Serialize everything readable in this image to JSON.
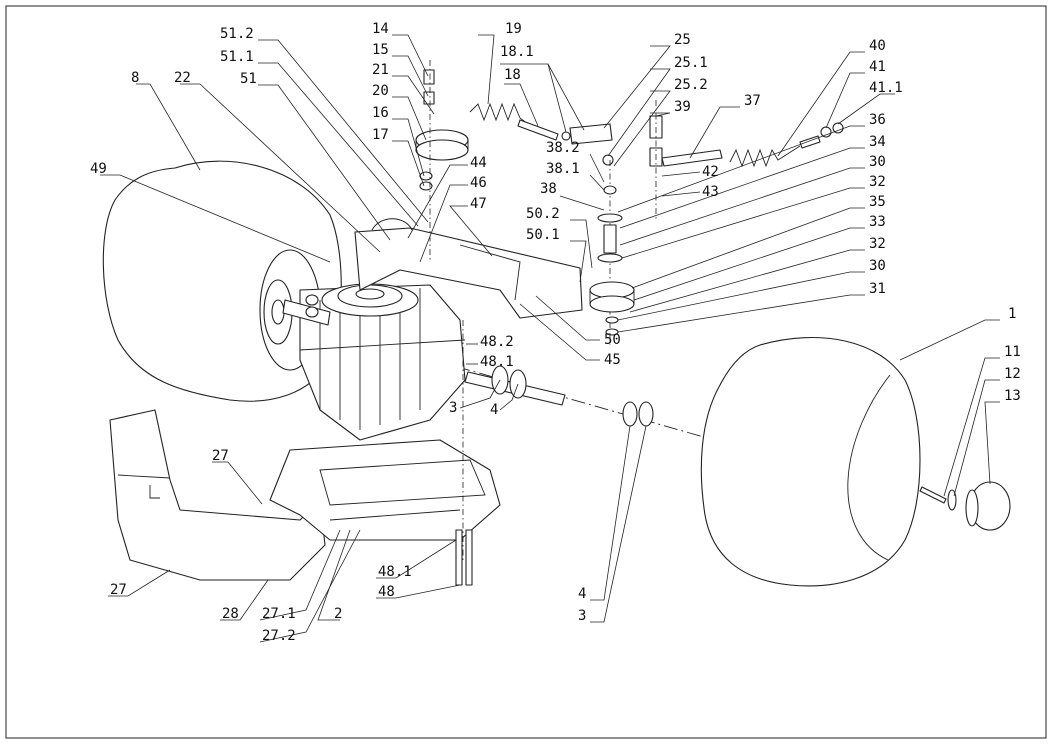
{
  "callouts": [
    {
      "id": "c-14",
      "text": "14"
    },
    {
      "id": "c-15",
      "text": "15"
    },
    {
      "id": "c-21",
      "text": "21"
    },
    {
      "id": "c-20",
      "text": "20"
    },
    {
      "id": "c-16",
      "text": "16"
    },
    {
      "id": "c-17",
      "text": "17"
    },
    {
      "id": "c-19",
      "text": "19"
    },
    {
      "id": "c-18-1",
      "text": "18.1"
    },
    {
      "id": "c-18",
      "text": "18"
    },
    {
      "id": "c-25",
      "text": "25"
    },
    {
      "id": "c-25-1",
      "text": "25.1"
    },
    {
      "id": "c-25-2",
      "text": "25.2"
    },
    {
      "id": "c-39",
      "text": "39"
    },
    {
      "id": "c-37",
      "text": "37"
    },
    {
      "id": "c-40",
      "text": "40"
    },
    {
      "id": "c-41",
      "text": "41"
    },
    {
      "id": "c-41-1",
      "text": "41.1"
    },
    {
      "id": "c-36",
      "text": "36"
    },
    {
      "id": "c-34",
      "text": "34"
    },
    {
      "id": "c-30-top",
      "text": "30"
    },
    {
      "id": "c-32-top",
      "text": "32"
    },
    {
      "id": "c-35",
      "text": "35"
    },
    {
      "id": "c-33",
      "text": "33"
    },
    {
      "id": "c-32-bottom",
      "text": "32"
    },
    {
      "id": "c-30-bottom",
      "text": "30"
    },
    {
      "id": "c-31",
      "text": "31"
    },
    {
      "id": "c-38-2",
      "text": "38.2"
    },
    {
      "id": "c-38-1",
      "text": "38.1"
    },
    {
      "id": "c-38",
      "text": "38"
    },
    {
      "id": "c-42",
      "text": "42"
    },
    {
      "id": "c-43",
      "text": "43"
    },
    {
      "id": "c-50-2",
      "text": "50.2"
    },
    {
      "id": "c-50-1",
      "text": "50.1"
    },
    {
      "id": "c-50",
      "text": "50"
    },
    {
      "id": "c-45",
      "text": "45"
    },
    {
      "id": "c-51-2",
      "text": "51.2"
    },
    {
      "id": "c-51-1",
      "text": "51.1"
    },
    {
      "id": "c-51",
      "text": "51"
    },
    {
      "id": "c-22",
      "text": "22"
    },
    {
      "id": "c-8",
      "text": "8"
    },
    {
      "id": "c-49",
      "text": "49"
    },
    {
      "id": "c-44",
      "text": "44"
    },
    {
      "id": "c-46",
      "text": "46"
    },
    {
      "id": "c-47",
      "text": "47"
    },
    {
      "id": "c-48-2",
      "text": "48.2"
    },
    {
      "id": "c-48-1-top",
      "text": "48.1"
    },
    {
      "id": "c-3-left",
      "text": "3"
    },
    {
      "id": "c-4-left",
      "text": "4"
    },
    {
      "id": "c-1",
      "text": "1"
    },
    {
      "id": "c-11",
      "text": "11"
    },
    {
      "id": "c-12",
      "text": "12"
    },
    {
      "id": "c-13",
      "text": "13"
    },
    {
      "id": "c-4-bottom",
      "text": "4"
    },
    {
      "id": "c-3-bottom",
      "text": "3"
    },
    {
      "id": "c-27-top",
      "text": "27"
    },
    {
      "id": "c-27-bottom",
      "text": "27"
    },
    {
      "id": "c-28",
      "text": "28"
    },
    {
      "id": "c-27-1",
      "text": "27.1"
    },
    {
      "id": "c-2",
      "text": "2"
    },
    {
      "id": "c-27-2",
      "text": "27.2"
    },
    {
      "id": "c-48-1-bottom",
      "text": "48.1"
    },
    {
      "id": "c-48",
      "text": "48"
    }
  ]
}
